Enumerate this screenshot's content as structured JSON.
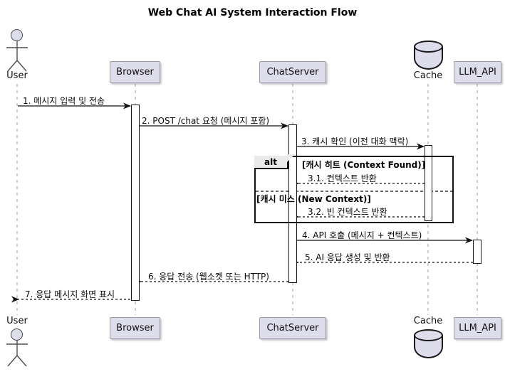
{
  "diagram": {
    "title": "Web Chat AI System Interaction Flow",
    "type": "uml-sequence-diagram",
    "colors": {
      "participant_fill": "#DDDDEB",
      "participant_border": "#9a9aa8",
      "line": "#181818",
      "frame_tag_fill": "#EAEAEA",
      "background": "#FFFFFF"
    }
  },
  "participants": [
    {
      "id": "user",
      "label": "User",
      "shape": "actor"
    },
    {
      "id": "browser",
      "label": "Browser",
      "shape": "box"
    },
    {
      "id": "chatserver",
      "label": "ChatServer",
      "shape": "box"
    },
    {
      "id": "cache",
      "label": "Cache",
      "shape": "database"
    },
    {
      "id": "llm",
      "label": "LLM_API",
      "shape": "box"
    }
  ],
  "messages": [
    {
      "n": "1",
      "label": "1. 메시지 입력 및 전송",
      "from": "user",
      "to": "browser",
      "style": "solid"
    },
    {
      "n": "2",
      "label": "2. POST /chat 요청 (메시지 포함)",
      "from": "browser",
      "to": "chatserver",
      "style": "solid"
    },
    {
      "n": "3",
      "label": "3. 캐시 확인 (이전 대화 맥락)",
      "from": "chatserver",
      "to": "cache",
      "style": "solid"
    },
    {
      "n": "3.1",
      "label": "3.1. 컨텍스트 반환",
      "from": "cache",
      "to": "chatserver",
      "style": "dashed"
    },
    {
      "n": "3.2",
      "label": "3.2. 빈 컨텍스트 반환",
      "from": "cache",
      "to": "chatserver",
      "style": "dashed"
    },
    {
      "n": "4",
      "label": "4. API 호출 (메시지 + 컨텍스트)",
      "from": "chatserver",
      "to": "llm",
      "style": "solid"
    },
    {
      "n": "5",
      "label": "5. AI 응답 생성 및 반환",
      "from": "llm",
      "to": "chatserver",
      "style": "dashed"
    },
    {
      "n": "6",
      "label": "6. 응답 전송 (웹소켓 또는 HTTP)",
      "from": "chatserver",
      "to": "browser",
      "style": "dashed"
    },
    {
      "n": "7",
      "label": "7. 응답 메시지 화면 표시",
      "from": "browser",
      "to": "user",
      "style": "dashed"
    }
  ],
  "alt_fragment": {
    "operator": "alt",
    "branches": [
      {
        "condition": "[캐시 히트 (Context Found)]"
      },
      {
        "condition": "[캐시 미스 (New Context)]"
      }
    ]
  }
}
